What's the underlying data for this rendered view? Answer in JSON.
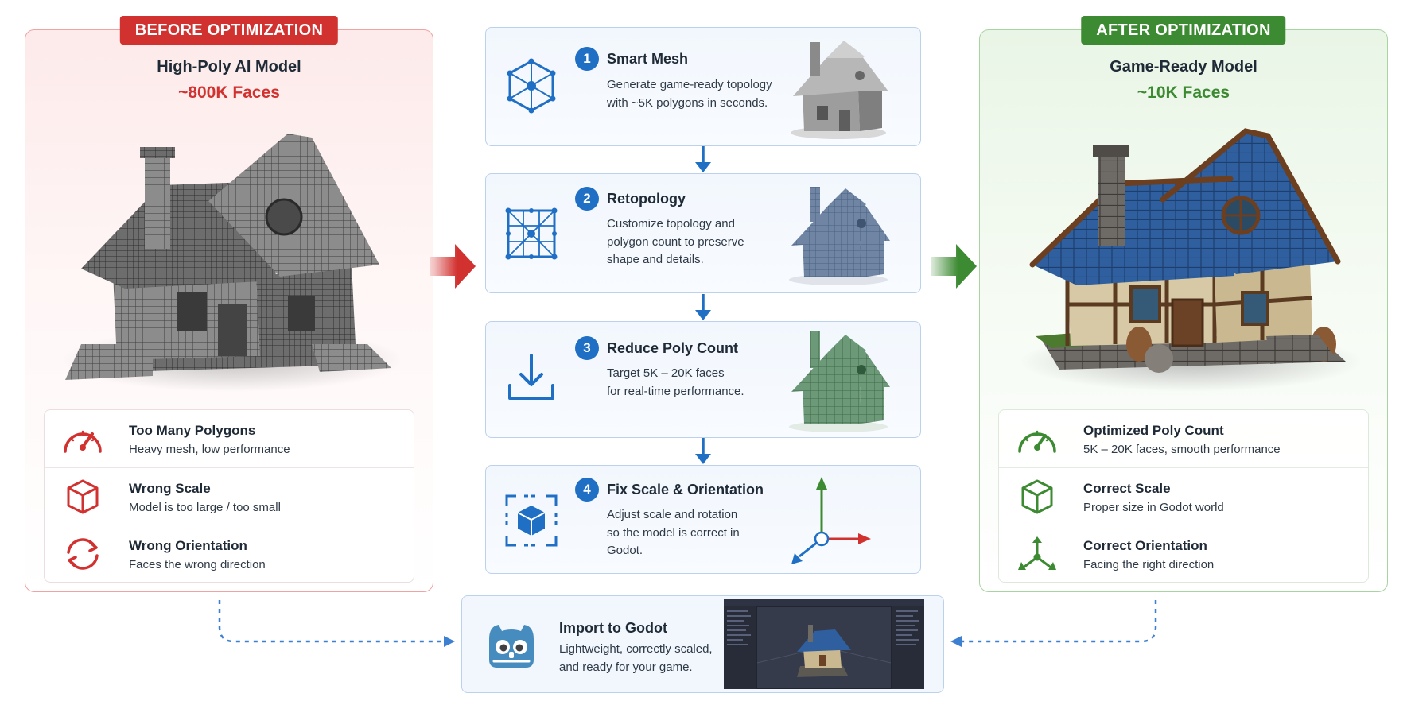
{
  "before": {
    "badge": "BEFORE OPTIMIZATION",
    "title": "High-Poly AI Model",
    "faces": "~800K Faces",
    "issues": [
      {
        "icon": "speedometer-icon",
        "title": "Too Many Polygons",
        "desc": "Heavy mesh, low performance"
      },
      {
        "icon": "cube-icon",
        "title": "Wrong Scale",
        "desc": "Model is too large / too small"
      },
      {
        "icon": "rotate-arrows-icon",
        "title": "Wrong Orientation",
        "desc": "Faces the wrong direction"
      }
    ],
    "accent": "#d1312f"
  },
  "after": {
    "badge": "AFTER OPTIMIZATION",
    "title": "Game-Ready Model",
    "faces": "~10K Faces",
    "issues": [
      {
        "icon": "speedometer-icon",
        "title": "Optimized Poly Count",
        "desc": "5K – 20K faces, smooth performance"
      },
      {
        "icon": "cube-icon",
        "title": "Correct Scale",
        "desc": "Proper size in Godot world"
      },
      {
        "icon": "axis-arrows-icon",
        "title": "Correct Orientation",
        "desc": "Facing the right direction"
      }
    ],
    "accent": "#3c8a31"
  },
  "steps": [
    {
      "number": "1",
      "icon": "hexagon-mesh-icon",
      "title": "Smart Mesh",
      "desc": "Generate game-ready topology\nwith ~5K polygons in seconds."
    },
    {
      "number": "2",
      "icon": "retopology-grid-icon",
      "title": "Retopology",
      "desc": "Customize topology and\npolygon count to preserve\nshape and details."
    },
    {
      "number": "3",
      "icon": "download-icon",
      "title": "Reduce Poly Count",
      "desc": "Target 5K – 20K faces\nfor real-time performance."
    },
    {
      "number": "4",
      "icon": "cube-in-frame-icon",
      "title": "Fix Scale & Orientation",
      "desc": "Adjust scale and rotation\nso the model is correct in\nGodot."
    }
  ],
  "import": {
    "icon": "godot-logo-icon",
    "title": "Import to Godot",
    "desc": "Lightweight, correctly scaled,\nand ready for your game."
  },
  "colors": {
    "blue": "#1f6fc5",
    "red": "#d1312f",
    "green": "#3c8a31"
  }
}
